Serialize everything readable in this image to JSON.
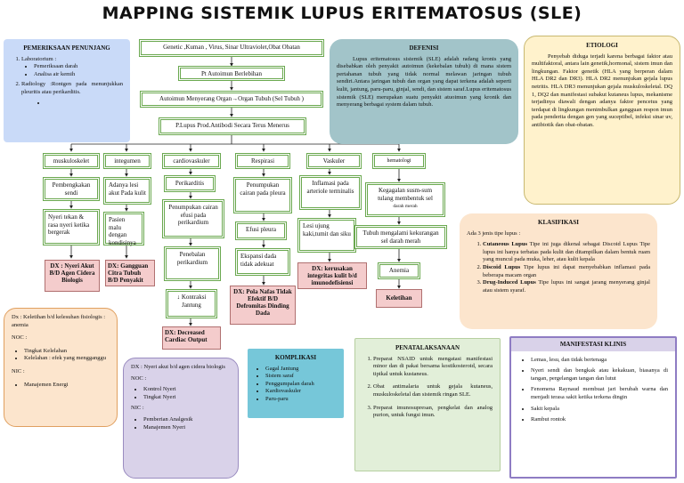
{
  "title": "MAPPING SISTEMIK LUPUS ERITEMATOSUS (SLE)",
  "flow": {
    "box1": "Genetic ,Kuman , Virus, Sinar Ultraviolet,Obat Obatan",
    "box2": "Pt Autoimun Berlebihan",
    "box3": "Autoimun Menyerang Organ→Organ Tubuh (Sel Tubuh )",
    "box4": "P.Lupus Prod.Antibodi Secara Terus Menerus"
  },
  "categories": {
    "muskuloskelet": "muskuloskelet",
    "integumen": "integumen",
    "cardiovaskuler": "cardiovaskuler",
    "respirasi": "Respirasi",
    "vaskuler": "Vaskuler",
    "hematologi": "hematologi"
  },
  "musk": {
    "a": "Pembengkakan sendi",
    "b": "Nyeri tekan & rasa nyeri ketika bergerak",
    "dx": "DX : Nyeri Akut B/D Agen Cidera Biologis"
  },
  "integ": {
    "a": "Adanya lesi akut Pada kulit",
    "b": "Pasien malu dengan kondisinya",
    "dx": "DX: Gangguan Citra Tubuh B/D Penyakit"
  },
  "cardio": {
    "a": "Perikarditis",
    "b": "Penumpukan cairan efusi pada perikardium",
    "c": "Penebalan perikardium",
    "d": "Kontraksi Jantung",
    "d_arrow": "↓",
    "dx": "DX: Decreased Cardiac Output"
  },
  "resp": {
    "a": "Penumpukan cairan pada pleura",
    "b": "Efusi pleura",
    "c": "Ekspansi dada tidak adekuat",
    "dx": "DX: Pola Nafas Tidak Efektif B/D Defromitas Dinding Dada"
  },
  "vask": {
    "a": "Inflamasi pada arteriole terminalis",
    "b": "Lesi ujung kaki,tumit dan siku",
    "dx": "DX: kerusakan integritas kulit b/d imunodefisiensi"
  },
  "hema": {
    "a": "Kegagalan susm-sum tulang membentuk sel",
    "a2": "darah merah",
    "b": "Tubuh mengalami kekurangan sel darah merah",
    "c": "Anemia",
    "dx": "Keletihan"
  },
  "pemeriksaan": {
    "heading": "PEMERIKSAAN PENUNJANG",
    "item1": "Laboratorium :",
    "sub1": "Pemeriksaan darah",
    "sub2": "Analisa air kemih",
    "item2": "Radiology :Rontgen pada menunjukkan pleuritis atau perikarditis."
  },
  "defenisi": {
    "heading": "DEFENISI",
    "text": "Lupus eritematosus sistemik (SLE) adalah radang kronis yang disebabkan oleh penyakit autoimun (kekebalan tubuh) di mana sistem pertahanan tubuh yang tidak normal melawan jaringan tubuh sendiri.Antara jaringan tubuh dan organ yang dapat terkena adalah seperti kulit, jantung, paru-paru, ginjal, sendi, dan sistem saraf.Lupus eritematosus sistemik (SLE) merupakan suatu penyakit atuoimun yang kronik dan menyerang berbagai system dalam tubuh."
  },
  "etiologi": {
    "heading": "ETIOLOGI",
    "text": "Penyebab diduga terjadi karena berbagai faktor atau multifaktoral, antara lain genetik,hormonal, sistem imun dan lingkungan. Faktor genetik (HLA yang berperan dalam HLA DR2 dan DR3). HLA DR2 menunjukan gejala lupus netritis. HLA DR3 menunjukan gejala muskuloskeletal. DQ 1, DQ2 dan manifestasi subakut kutaneus lupus, mekanisme terjadinya diawali dengan adanya faktor pencetus yang terdapat di lingkungan menimbulkan gangguan respon imun pada penderita dengan gen yang suceptibel, infeksi sinar uv, antibiotik dan obat-obatan."
  },
  "klasifikasi": {
    "heading": "KLASIFIKASI",
    "intro": "Ada 3 jenis tipe lupus :",
    "t1": "Cutaneous Lupus",
    "d1": " Tipe ini juga dikenal sebagai Discoid Lupus Tipe lupus ini hanya terbatas pada kulit dan ditampilkan dalam bentuk ruam yang muncul pada muka, leher, atau kulit kepala",
    "t2": "Discoid Lupus",
    "d2": " Tipe lupus ini dapat menyebabkan inflamasi pada beberapa macam organ",
    "t3": "Drug-Induced Lupus",
    "d3": " Tipe lupus ini sangat jarang menyerang ginjal atau sistem syaraf."
  },
  "dx_keletihan": {
    "title": "Dx : Keletihan b/d kelesuhan fisiologis : anemia",
    "noc": "NOC :",
    "noc1": "Tingkat Kelelahan",
    "noc2": "Kelelahan : efek yang mengganggu",
    "nic": "NIC :",
    "nic1": "Manajemen Energi"
  },
  "dx_nyeri": {
    "title": "DX : Nyeri akut b/d agen cidera biologis",
    "noc": "NOC :",
    "noc1": "Kontrol Nyeri",
    "noc2": "Tingkat Nyeri",
    "nic": "NIC :",
    "nic1": "Pemberian Analgesik",
    "nic2": "Manajemen Nyeri"
  },
  "komplikasi": {
    "heading": "KOMPLIKASI",
    "items": [
      "Gagal Jantung",
      "Sistem saraf",
      "Penggumpalan darah",
      "Kardiovaskuler",
      "Paru-paru"
    ]
  },
  "penatalaksanaan": {
    "heading": "PENATALAKSANAAN",
    "items": [
      "Preparat NSAID untuk mengatasi manifestasi minor dan di pakai bersama kostikosteroid, secara tipikal untuk kustaneus.",
      "Obat antimalaria untuk gejala kutaneus, muskuloskeletal dan sistemik ringan SLE.",
      "Preparat imunosupresan, pengkelat dan analog purion, untuk fungsi imun."
    ]
  },
  "manifestasi": {
    "heading": "MANIFESTASI KLINIS",
    "items": [
      "Lemas, lesu, dan tidak bertenaga",
      "Nyeri sendi dan bengkak atau kekakuan, biasanya di tangan, pergelangan tangan dan lutut",
      "Fenomena Raynaud membuat jari berubah warna dan menjadi terasa sakit ketika terkena dingin",
      "Sakit kepala",
      "Rambut rontok"
    ]
  },
  "colors": {
    "green_border": "#6aa84f",
    "dx_fill": "#f4cccc",
    "blue_panel": "#c9daf8",
    "teal_panel": "#a2c4c9",
    "cream_panel": "#fff2cc",
    "peach_panel": "#fce5cd",
    "purple_panel": "#d9d2e9",
    "komplikasi_panel": "#76c7d9",
    "penatalaksanaan_panel": "#e2efd9"
  }
}
